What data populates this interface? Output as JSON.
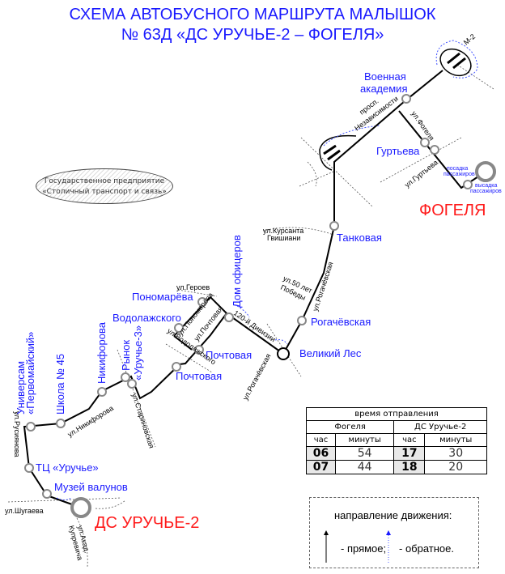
{
  "title": {
    "line1": "СХЕМА АВТОБУСНОГО МАРШРУТА МАЛЫШОК",
    "line2": "№ 63Д «ДС УРУЧЬЕ-2 – ФОГЕЛЯ»"
  },
  "organization": {
    "line1": "Государственное предприятие",
    "line2": "«Столичный транспорт и связь»"
  },
  "terminals": {
    "start": "ДС УРУЧЬЕ-2",
    "end": "ФОГЕЛЯ"
  },
  "stops": {
    "muzey": "Музей валунов",
    "tc": "ТЦ «Уручье»",
    "universam1": "Универсам",
    "universam2": "«Первомайский»",
    "shkola": "Школа № 45",
    "nikiforova": "Никифорова",
    "rynok1": "Рынок",
    "rynok2": "«Уручье-3»",
    "pochtovaya1": "Почтовая",
    "pochtovaya2": "Почтовая",
    "vodolazhskogo": "Водолажского",
    "ponomareva": "Пономарёва",
    "dom_oficerov": "Дом офицеров",
    "velikiy_les": "Великий Лес",
    "rogachevskaya": "Рогачёвская",
    "tankovaya": "Танковая",
    "voennaya1": "Военная",
    "voennaya2": "академия",
    "gurtyeva": "Гуртьева"
  },
  "streets": {
    "shugaeva": "ул.Шугаева",
    "akad1": "ул.Акад.",
    "akad2": "Купревича",
    "rusiyanova": "ул.Русиянова",
    "nikiforova": "ул.Никифорова",
    "starinovskaya": "ул.Стариновская",
    "vodolazhskogo": "ул.Водолажского",
    "ponomareva": "ул.Пономарёва",
    "pochtovaya": "ул.Почтовая",
    "geroev": "ул.Героев",
    "divizii": "120-й Дивизии",
    "rogachevskaya_s": "ул.Рогачёвская",
    "rogachevskaya_n": "ул.Рогачёвская",
    "pobedy1": "ул.50 лет",
    "pobedy2": "Победы",
    "kursanta1": "ул.Курсанта",
    "kursanta2": "Гвишиани",
    "prosp1": "просп.",
    "prosp2": "Независимости",
    "fogelya": "ул.Фогеля",
    "gurtyeva": "ул.Гуртьева",
    "m2": "М-2"
  },
  "terminal_notes": {
    "boarding1": "посадка",
    "boarding2": "пассажиров",
    "alight1": "высадка",
    "alight2": "пассажиров"
  },
  "schedule": {
    "title": "время отправления",
    "columns": [
      "Фогеля",
      "ДС Уручье-2"
    ],
    "subheaders": [
      "час",
      "минуты",
      "час",
      "минуты"
    ],
    "rows": [
      [
        "06",
        "54",
        "17",
        "30"
      ],
      [
        "07",
        "44",
        "18",
        "20"
      ]
    ]
  },
  "legend": {
    "title": "направление движения:",
    "forward": "- прямое;",
    "backward": "- обратное."
  },
  "colors": {
    "stop_label": "#1a1aff",
    "terminal": "#ff1a1a"
  }
}
